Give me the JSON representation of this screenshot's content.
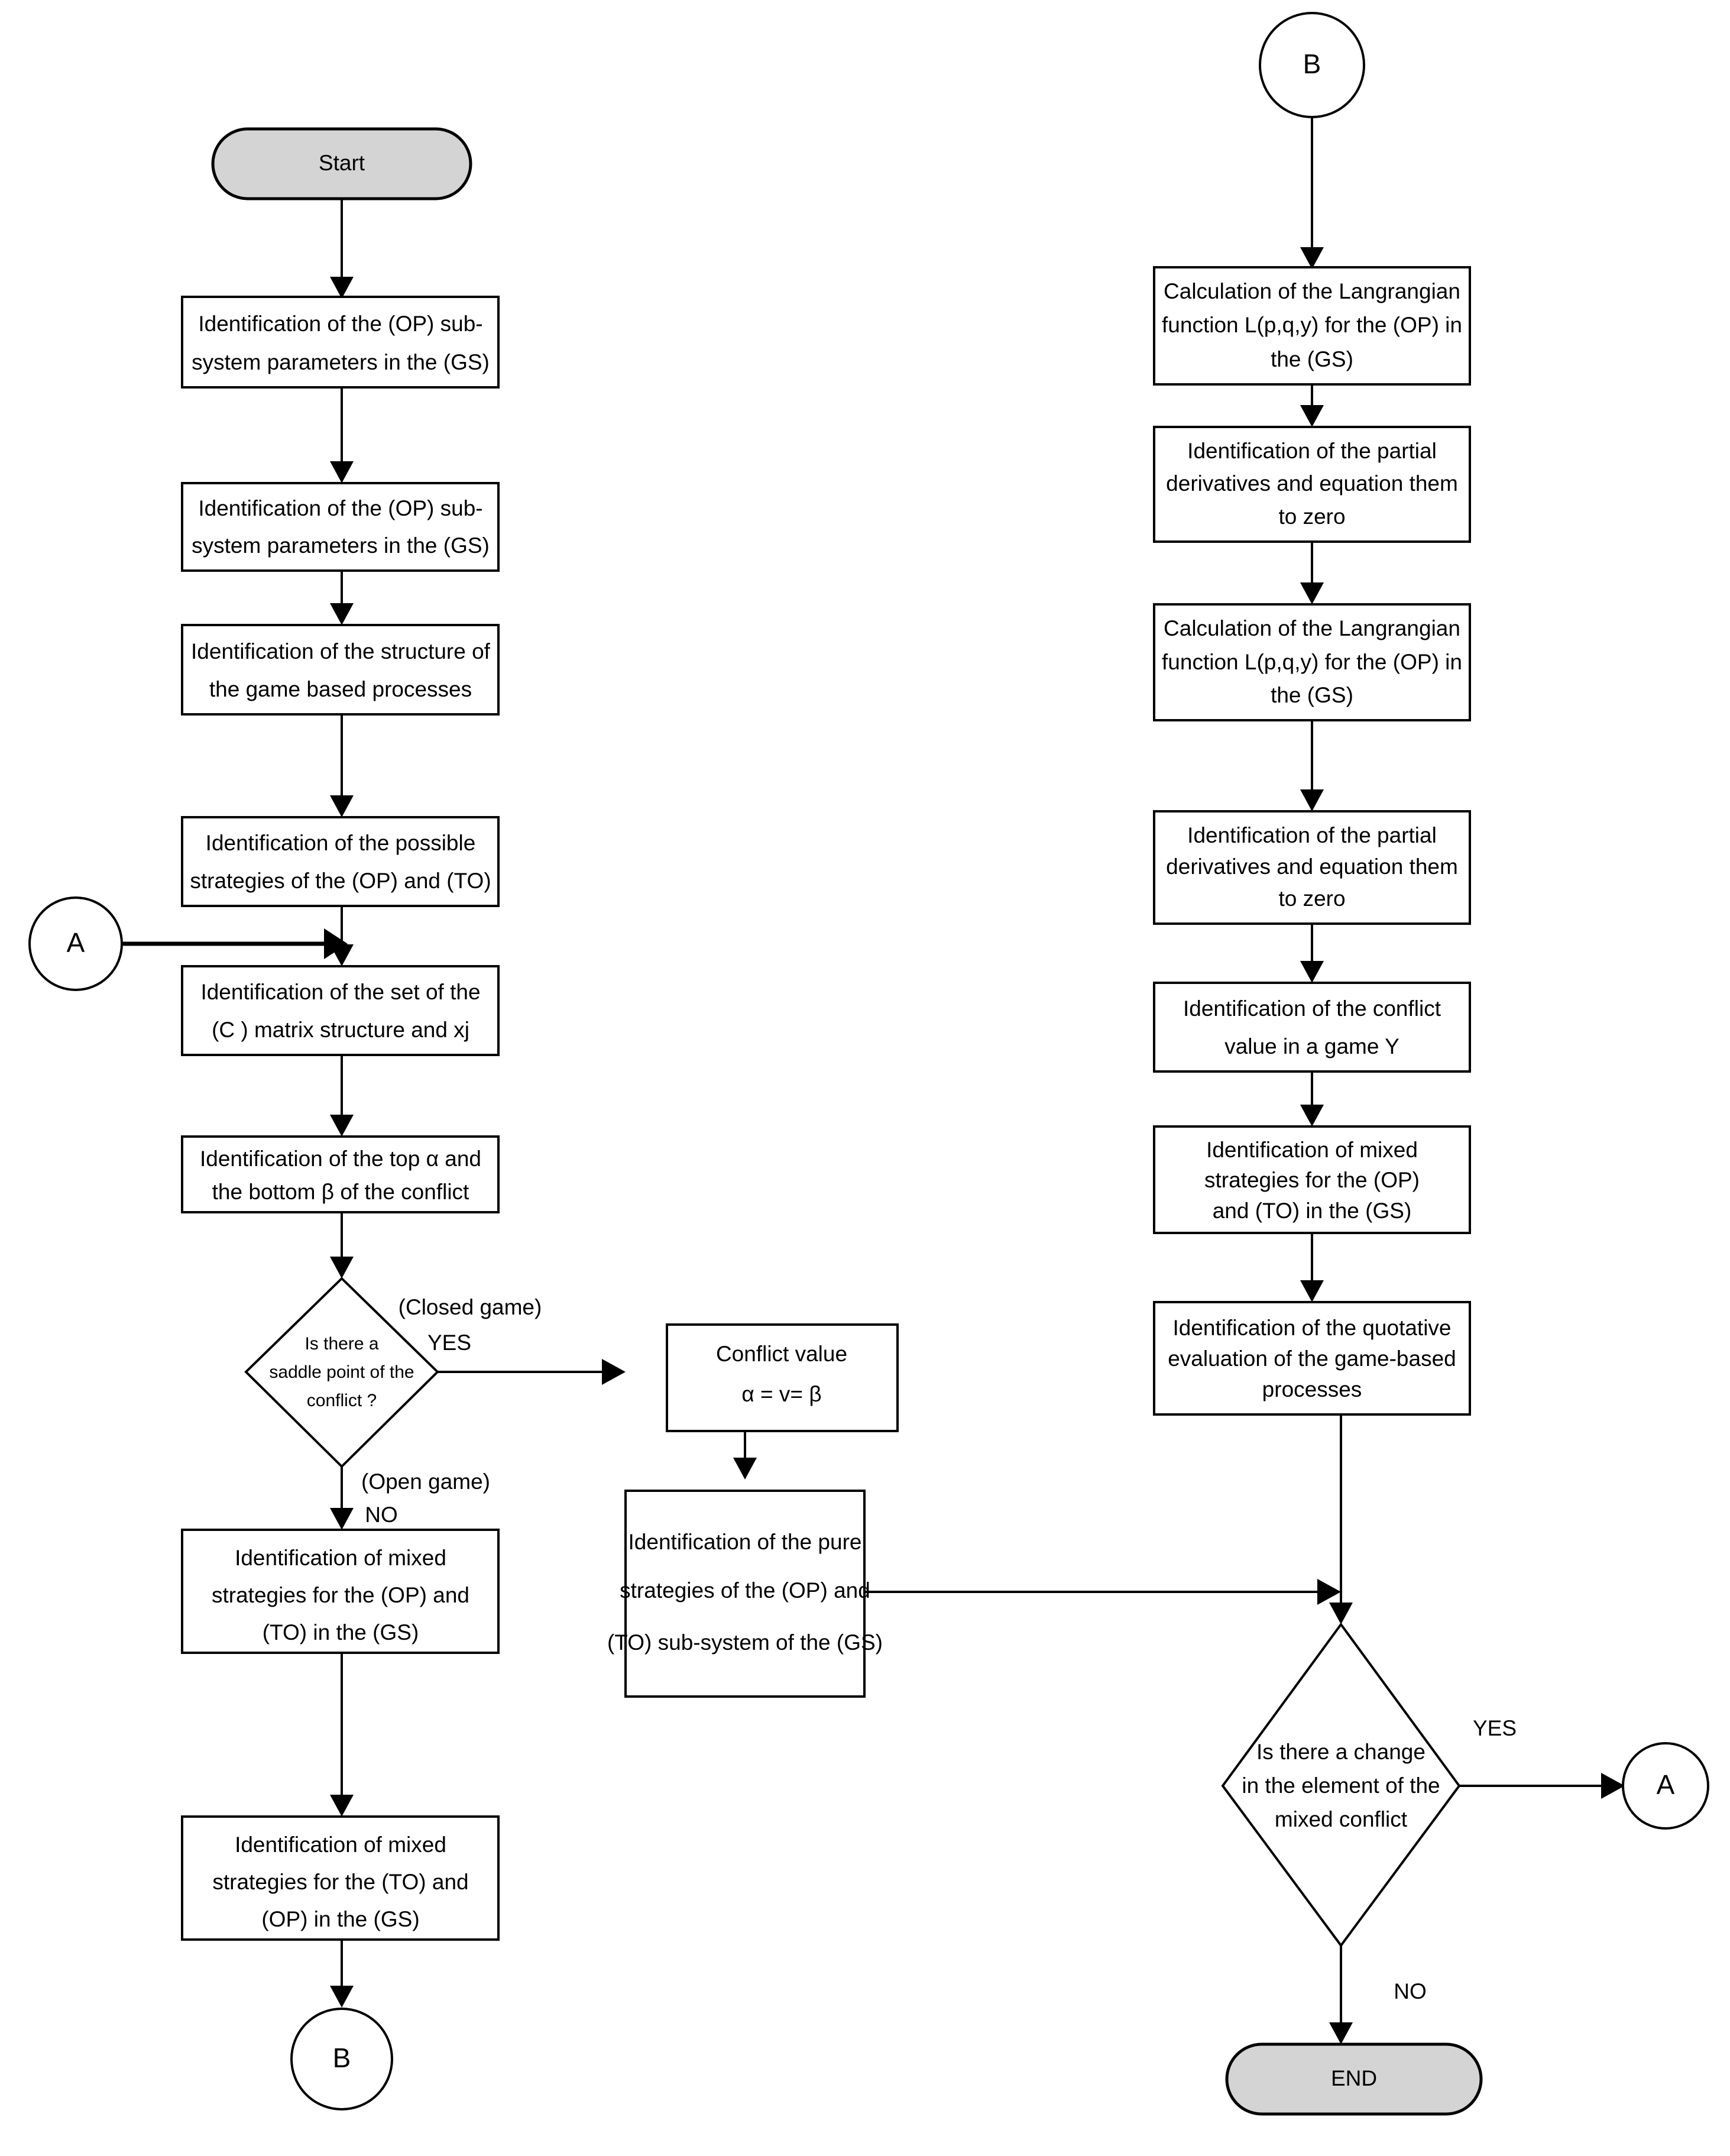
{
  "diagram": {
    "title": "Game-based conflict resolution flowchart",
    "colors": {
      "terminator_fill": "#d4d4d4",
      "process_fill": "#ffffff",
      "stroke": "#000000"
    }
  },
  "nodes": {
    "start": {
      "label": "Start",
      "shape": "terminator"
    },
    "l1": {
      "line1": "Identification of the (OP) sub-",
      "line2": "system parameters in the (GS)",
      "shape": "process"
    },
    "l2": {
      "line1": "Identification of the (OP) sub-",
      "line2": "system parameters in the (GS)",
      "shape": "process"
    },
    "l3": {
      "line1": "Identification of the structure of",
      "line2": "the game based processes",
      "shape": "process"
    },
    "l4": {
      "line1": "Identification of the possible",
      "line2": "strategies of the (OP) and (TO)",
      "shape": "process"
    },
    "connector_a_left": {
      "label": "A",
      "shape": "connector"
    },
    "l5": {
      "line1": "Identification of the set of the",
      "line2": "(C ) matrix structure and xj",
      "shape": "process"
    },
    "l6": {
      "line1": "Identification of the top α and",
      "line2": "the bottom β of the conflict",
      "shape": "process"
    },
    "d1": {
      "line1": "Is there a",
      "line2": "saddle  point of the",
      "line3": "conflict ?",
      "shape": "decision"
    },
    "l7": {
      "line1": "Identification of mixed",
      "line2": "strategies for the (OP) and",
      "line3": "(TO) in the (GS)",
      "shape": "process"
    },
    "l8": {
      "line1": "Identification of mixed",
      "line2": "strategies for the (TO) and",
      "line3": "(OP) in the (GS)",
      "shape": "process"
    },
    "connector_b_bottom": {
      "label": "B",
      "shape": "connector"
    },
    "m1": {
      "line1": "Conflict value",
      "line2": "α = v= β",
      "shape": "process"
    },
    "m2": {
      "line1": "Identification of the pure",
      "line2": "strategies of the (OP) and",
      "line3": "(TO) sub-system of the (GS)",
      "shape": "process"
    },
    "connector_b_top": {
      "label": "B",
      "shape": "connector"
    },
    "r1": {
      "line1": "Calculation of the Langrangian",
      "line2": "function L(p,q,y) for the (OP) in",
      "line3": "the (GS)",
      "shape": "process"
    },
    "r2": {
      "line1": "Identification of the partial",
      "line2": "derivatives and equation them",
      "line3": "to zero",
      "shape": "process"
    },
    "r3": {
      "line1": "Calculation of the Langrangian",
      "line2": "function L(p,q,y) for the (OP) in",
      "line3": "the (GS)",
      "shape": "process"
    },
    "r4": {
      "line1": "Identification of the partial",
      "line2": "derivatives and equation them",
      "line3": "to zero",
      "shape": "process"
    },
    "r5": {
      "line1": "Identification of the conflict",
      "line2": "value in a game Y",
      "shape": "process"
    },
    "r6": {
      "line1": "Identification of mixed",
      "line2": "strategies for the (OP)",
      "line3": "and (TO) in the (GS)",
      "shape": "process"
    },
    "r7": {
      "line1": "Identification of the quotative",
      "line2": "evaluation of the game-based",
      "line3": "processes",
      "shape": "process"
    },
    "d2": {
      "line1": "Is there a change",
      "line2": "in the element of the",
      "line3": "mixed conflict",
      "shape": "decision"
    },
    "connector_a_right": {
      "label": "A",
      "shape": "connector"
    },
    "end": {
      "label": "END",
      "shape": "terminator"
    }
  },
  "edge_labels": {
    "closed_game": "(Closed game)",
    "yes_1": "YES",
    "open_game": "(Open game)",
    "no_1": "NO",
    "yes_2": "YES",
    "no_2": "NO"
  }
}
